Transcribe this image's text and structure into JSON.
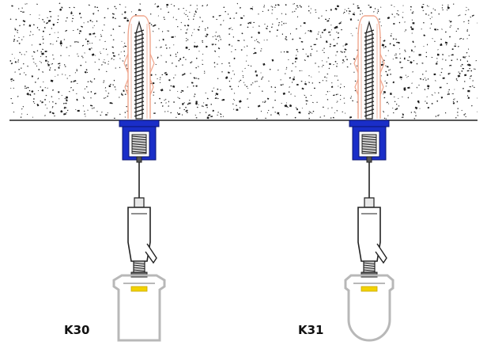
{
  "labels": {
    "left": "K30",
    "right": "K31"
  },
  "colors": {
    "concrete_speck": "#1c1c1c",
    "anchor_outline": "#f0a58c",
    "bracket_blue": "#1a2ec8",
    "bracket_dark": "#0a1470",
    "line": "#222222",
    "profile_grey": "#b8b8b8",
    "led_yellow": "#f2d200"
  },
  "icons": [
    "screw-anchor",
    "mounting-bracket",
    "suspension-cable",
    "gripper",
    "led-profile"
  ]
}
